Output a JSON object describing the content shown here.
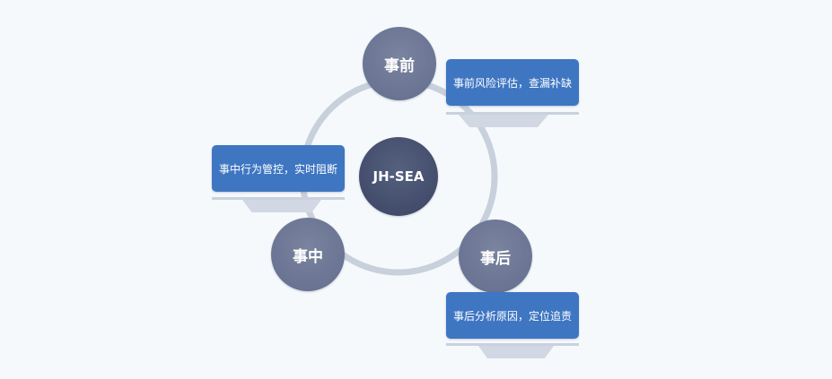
{
  "diagram": {
    "center_label": "JH-SEA",
    "phases": [
      {
        "id": "before",
        "label": "事前",
        "description": "事前风险评估，查漏补缺"
      },
      {
        "id": "during",
        "label": "事中",
        "description": "事中行为管控，实时阻断"
      },
      {
        "id": "after",
        "label": "事后",
        "description": "事后分析原因，定位追责"
      }
    ]
  },
  "colors": {
    "background": "#f6f9fc",
    "ring": "#c8d0dc",
    "phase_node": "#6a7493",
    "center_node": "#434d6b",
    "card": "#3f76c2",
    "card_text": "#ffffff"
  }
}
